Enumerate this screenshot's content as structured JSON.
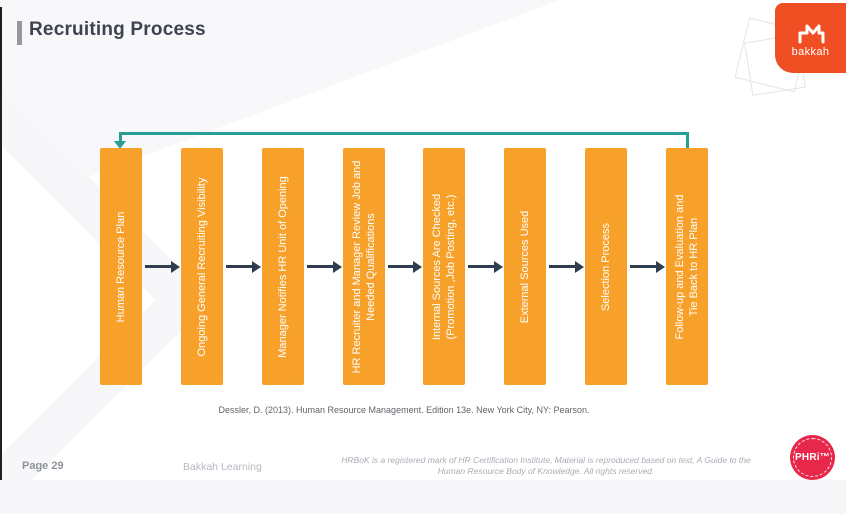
{
  "header": {
    "title": "Recruiting Process"
  },
  "logo": {
    "text": "bakkah"
  },
  "diagram": {
    "steps": [
      "Human Resource Plan",
      "Ongoing General Recruiting Visibility",
      "Manager Notifies HR Unit of Opening",
      "HR Recruiter and Manager Review Job and\nNeeded Qualifications",
      "Internal Sources Are Checked\n(Promotion ,Job Posting, etc.)",
      "External Sources Used",
      "Selection Process",
      "Follow-up and Evaluation and\nTie Back to HR Plan"
    ],
    "colors": {
      "box_orange": "#F7A12B",
      "arrow_dark": "#2E3D50",
      "feedback_teal": "#2A9D94"
    }
  },
  "citation": "Dessler, D. (2013). Human Resource Management. Edition 13e. New York City, NY: Pearson.",
  "footer": {
    "page": "Page 29",
    "brand": "Bakkah Learning",
    "disclaimer": "HRBoK is a registered mark of HR Certification Institute, Material is reproduced based on text, A Guide to the Human Resource Body of Knowledge. All rights reserved.",
    "badge": "PHRi™",
    "colors": {
      "logo_orange": "#F04F23",
      "badge_red": "#E8284B"
    }
  }
}
